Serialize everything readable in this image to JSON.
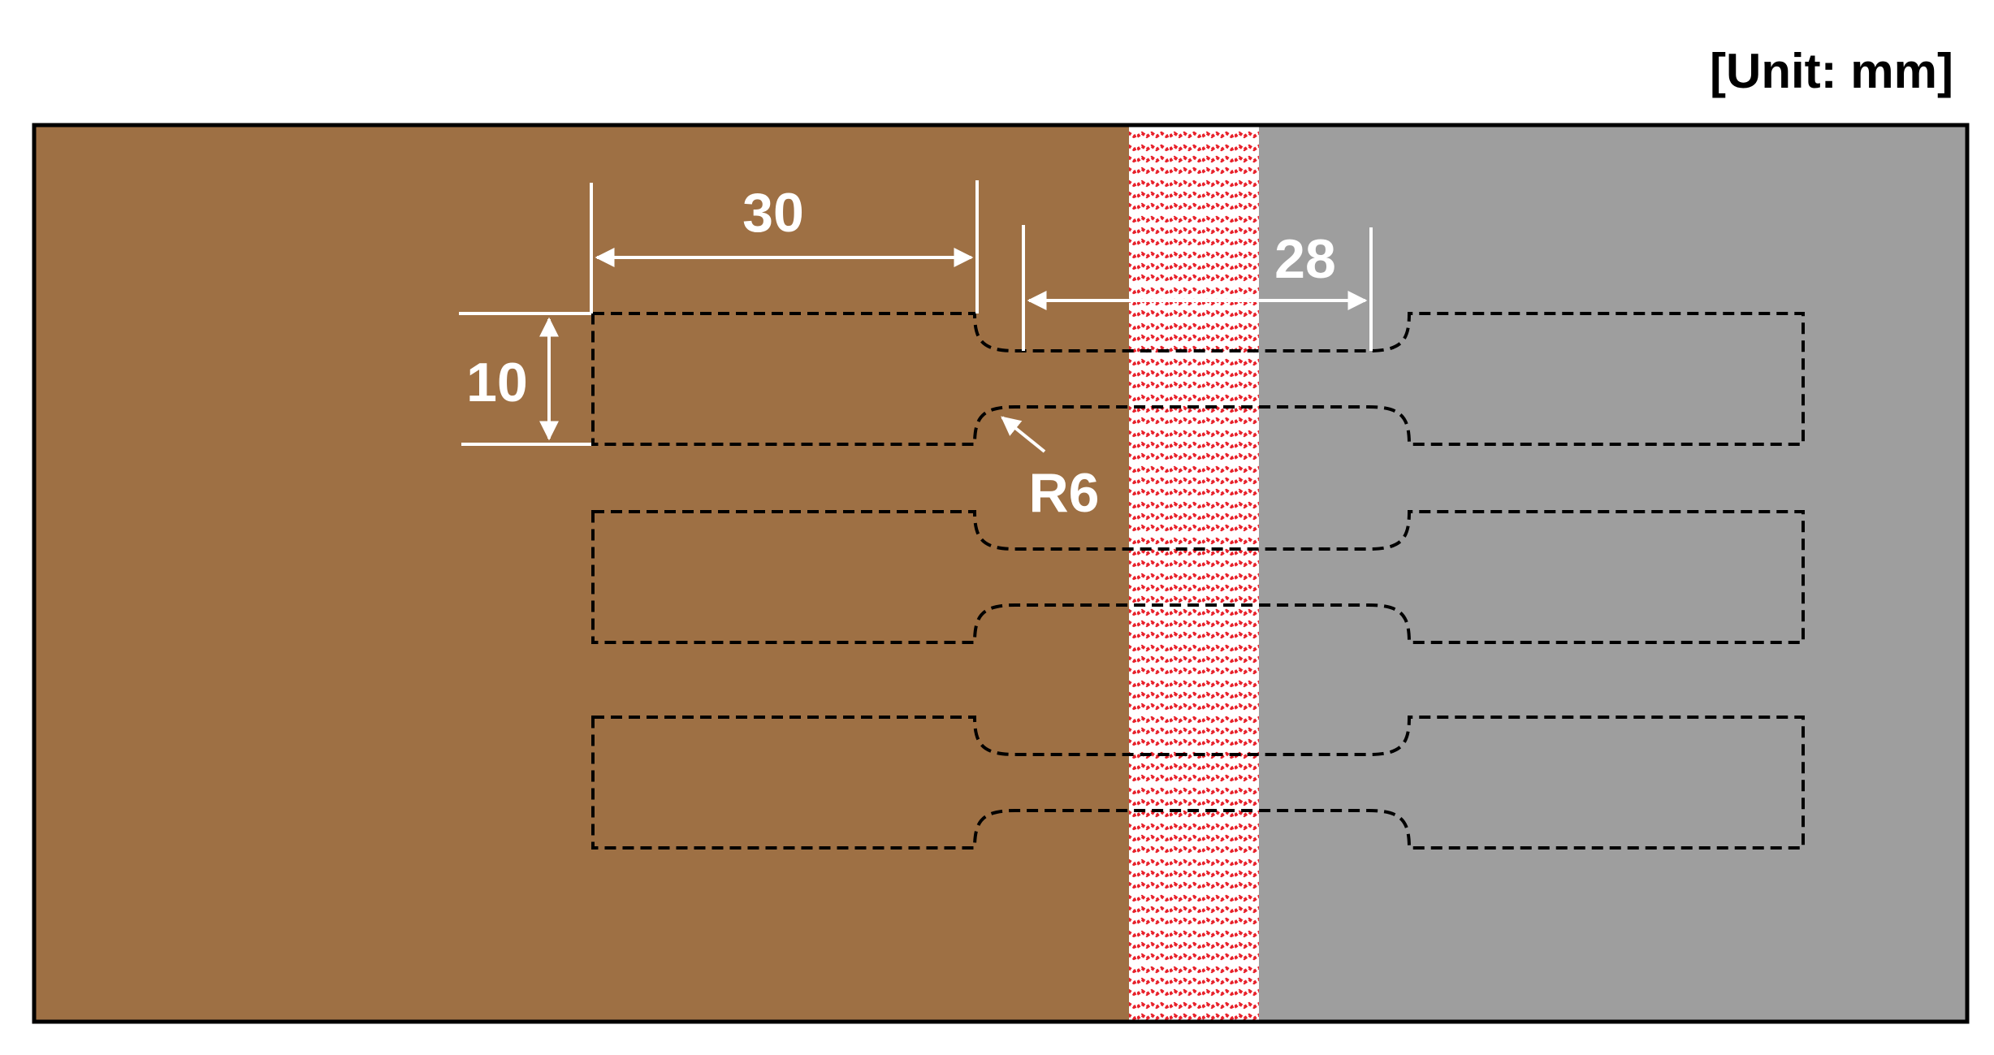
{
  "unit_label": "[Unit: mm]",
  "colors": {
    "left_plate": "#9e7044",
    "right_plate": "#9e9e9e",
    "weld_zone_base": "#ffffff",
    "weld_zone_pattern": "#e8202a",
    "specimen_outline": "#000000",
    "dimension_color": "#ffffff",
    "border": "#000000"
  },
  "dimensions": {
    "grip_length": "30",
    "gauge_length": "28",
    "grip_width": "10",
    "fillet_radius": "R6"
  },
  "specimen_count": 3
}
